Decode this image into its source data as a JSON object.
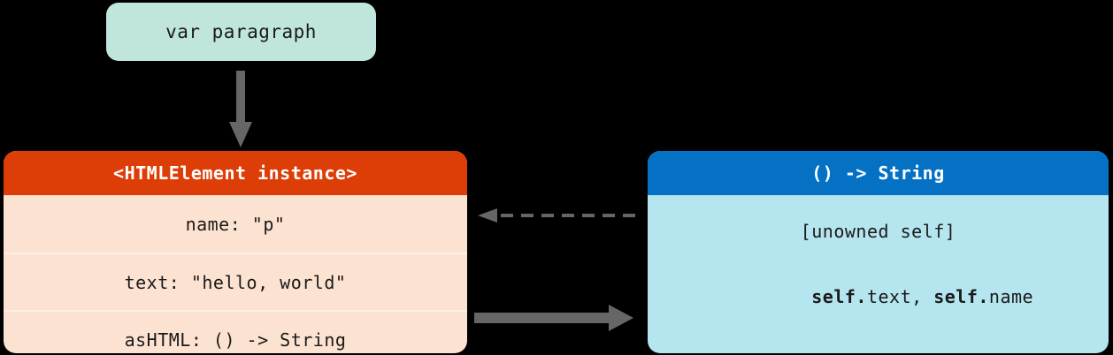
{
  "diagram": {
    "title": "Closure strong reference / unowned capture diagram",
    "variable": {
      "label": "var paragraph"
    },
    "instance": {
      "header": "<HTMLElement instance>",
      "rows": [
        {
          "text": "name: \"p\""
        },
        {
          "text": "text: \"hello, world\""
        },
        {
          "text": "asHTML: () -> String"
        }
      ]
    },
    "closure": {
      "header": "() -> String",
      "capture_list": "[unowned self]",
      "body_bold_1": "self.",
      "body_plain_1": "text, ",
      "body_bold_2": "self.",
      "body_plain_2": "name"
    },
    "arrows": {
      "variable_to_instance": "solid-down-arrow",
      "closure_to_instance": "dashed-left-arrow",
      "instance_to_closure": "solid-right-arrow"
    },
    "colors": {
      "background": "#000000",
      "variable_pill": "#BFE5DC",
      "instance_header": "#DD3D06",
      "instance_body": "#FCE2D0",
      "instance_divider": "#FDF0E6",
      "closure_header": "#0571C4",
      "closure_body": "#B5E5EE",
      "arrow": "#666666",
      "header_text": "#FFFFFF",
      "body_text": "#1A1A1A"
    }
  }
}
